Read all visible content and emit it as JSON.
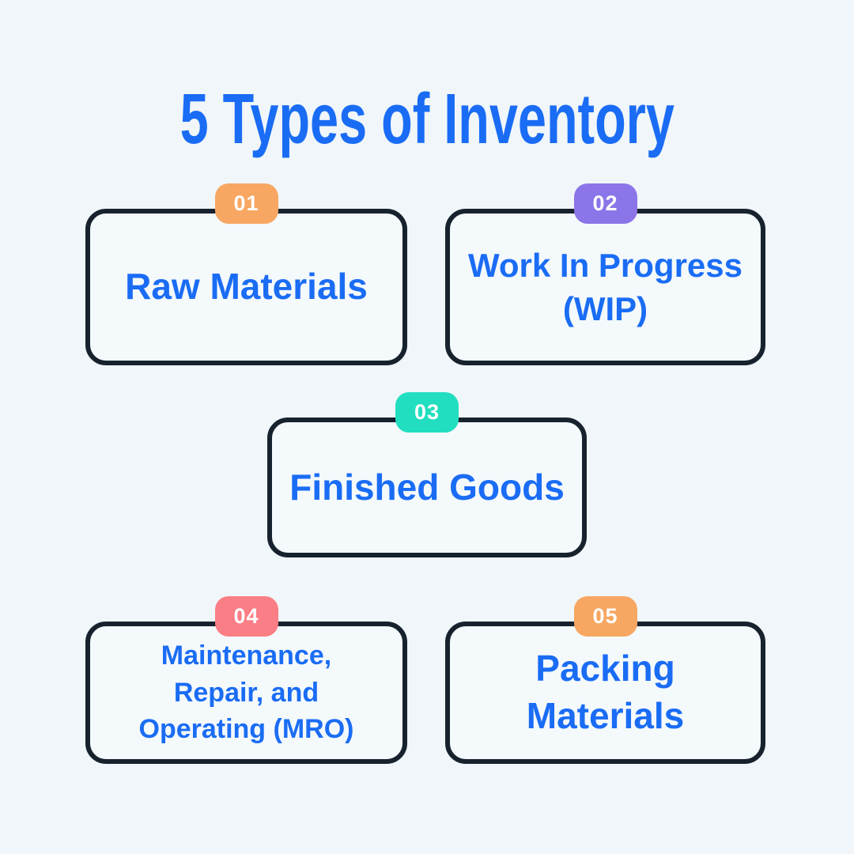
{
  "title": "5 Types of Inventory",
  "colors": {
    "background": "#f0f6f9",
    "card_bg": "#f4f9fc",
    "card_border": "#17222e",
    "text_blue": "#1a6cf4",
    "badge_text": "#ffffff"
  },
  "cards": [
    {
      "number": "01",
      "label": "Raw Materials",
      "badge_color": "#f7a761"
    },
    {
      "number": "02",
      "label": "Work In Progress\n(WIP)",
      "badge_color": "#8c75e8"
    },
    {
      "number": "03",
      "label": "Finished Goods",
      "badge_color": "#22dec0"
    },
    {
      "number": "04",
      "label": "Maintenance,\nRepair, and\nOperating (MRO)",
      "badge_color": "#fa7e85"
    },
    {
      "number": "05",
      "label": "Packing\nMaterials",
      "badge_color": "#f7a761"
    }
  ]
}
